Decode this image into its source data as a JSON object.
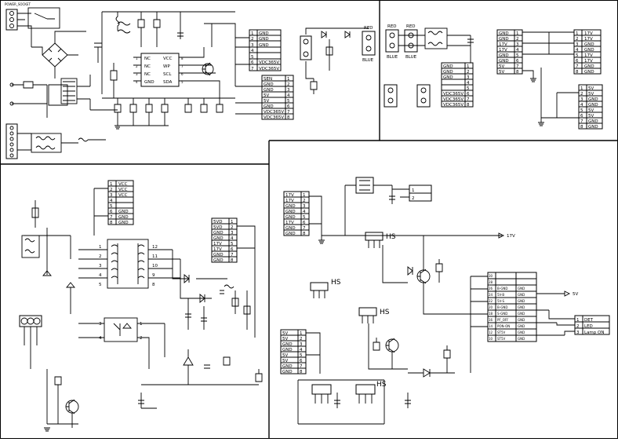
{
  "top_left": {
    "power_socket": "POWER_SOCKET",
    "connector_a": {
      "pins": [
        "SEN",
        "GND",
        "GND",
        "5V",
        "5V",
        "GND",
        "VDC365V",
        "VDC365V"
      ],
      "nums": [
        "1",
        "2",
        "3",
        "4",
        "5",
        "6",
        "7",
        "8"
      ]
    },
    "connector_b": {
      "pins": [
        "GND",
        "GND",
        "GND",
        "",
        "",
        "VDC365V",
        "VDC365V"
      ],
      "nums": [
        "1",
        "2",
        "3",
        "4",
        "5",
        "6",
        "7"
      ]
    },
    "eeprom": {
      "left_pins": [
        "NC",
        "NC",
        "NC",
        "GND"
      ],
      "right_pins": [
        "VCC",
        "WP",
        "SCL",
        "SDA"
      ],
      "left_nums": [
        "1",
        "2",
        "3",
        "4"
      ],
      "right_nums": [
        "8",
        "7",
        "6",
        "5"
      ]
    }
  },
  "top_mid": {
    "led_labels": [
      "RED",
      "BLUE"
    ]
  },
  "top_right": {
    "led_labels": [
      "RED",
      "BLUE",
      "RED",
      "BLUE"
    ],
    "connector_mid": {
      "pins": [
        "GND",
        "GND",
        "GND",
        "",
        "",
        "VDC365V",
        "VDC365V",
        "VDC365V"
      ],
      "nums": [
        "1",
        "2",
        "3",
        "4",
        "5",
        "6",
        "7",
        "8"
      ]
    },
    "connector_left": {
      "pins": [
        "GND",
        "GND",
        "17V",
        "17V",
        "GND",
        "GND",
        "5V",
        "5V"
      ],
      "nums": [
        "1",
        "2",
        "3",
        "4",
        "5",
        "6",
        "7",
        "8"
      ]
    },
    "connector_right": {
      "pins": [
        "17V",
        "17V",
        "GND",
        "GND",
        "17V",
        "17V",
        "GND",
        "GND"
      ],
      "nums": [
        "1",
        "2",
        "3",
        "4",
        "5",
        "6",
        "7",
        "8"
      ]
    },
    "connector_bottom": {
      "pins": [
        "5V",
        "5V",
        "GND",
        "GND",
        "5V",
        "5V",
        "GND",
        "GND"
      ],
      "nums": [
        "1",
        "2",
        "3",
        "4",
        "5",
        "6",
        "7",
        "8"
      ]
    }
  },
  "bottom_left": {
    "connector_vcc": {
      "pins": [
        "VCC",
        "VCC",
        "VCC",
        "",
        "",
        "GND",
        "GND",
        "GND"
      ],
      "nums": [
        "1",
        "2",
        "3",
        "4",
        "5",
        "6",
        "7",
        "8"
      ]
    },
    "connector_svd": {
      "pins": [
        "5VD",
        "5VD",
        "GND",
        "GND",
        "17V",
        "17V",
        "GND",
        "GND"
      ],
      "nums": [
        "1",
        "2",
        "3",
        "4",
        "5",
        "6",
        "7",
        "8"
      ]
    },
    "transformer": {
      "left_nums": [
        "1",
        "2",
        "3",
        "4",
        "5"
      ],
      "right_nums": [
        "12",
        "11",
        "10",
        "9",
        "8"
      ]
    },
    "opto_nums": [
      "3",
      "4",
      "1",
      "2"
    ]
  },
  "bottom_right": {
    "connector_17v": {
      "pins": [
        "17V",
        "17V",
        "GND",
        "GND",
        "GND",
        "17V",
        "GND",
        "GND"
      ],
      "nums": [
        "1",
        "2",
        "3",
        "4",
        "5",
        "6",
        "7",
        "8"
      ]
    },
    "connector_5v": {
      "pins": [
        "5V",
        "5V",
        "GND",
        "GND",
        "5V",
        "5V",
        "GND",
        "GND"
      ],
      "nums": [
        "1",
        "2",
        "3",
        "4",
        "5",
        "6",
        "7",
        "8"
      ]
    },
    "hs_labels": [
      "HS",
      "HS",
      "HS",
      "HS"
    ],
    "main_connector": {
      "left_pins": [
        "",
        "",
        "B-GND",
        "5V-B",
        "5V-S",
        "B-GND",
        "S-GND",
        "PF_OFF",
        "PON-ON",
        "ST5V",
        "ST5V"
      ],
      "right_pins": [
        "",
        "",
        "GND",
        "GND",
        "GND",
        "GND",
        "GND",
        "GND",
        "GND",
        "GND",
        "GND"
      ],
      "left_nums": [
        "30",
        "28",
        "26",
        "24",
        "22",
        "20",
        "18",
        "16",
        "14",
        "12",
        "10"
      ]
    },
    "det_connector": {
      "pins": [
        "DET",
        "LED",
        "Lamp ON"
      ],
      "nums": [
        "1",
        "2",
        "3"
      ]
    },
    "small_connector": {
      "nums": [
        "1",
        "2"
      ]
    },
    "voltage_17v": "17V",
    "voltage_5v": "5V"
  }
}
